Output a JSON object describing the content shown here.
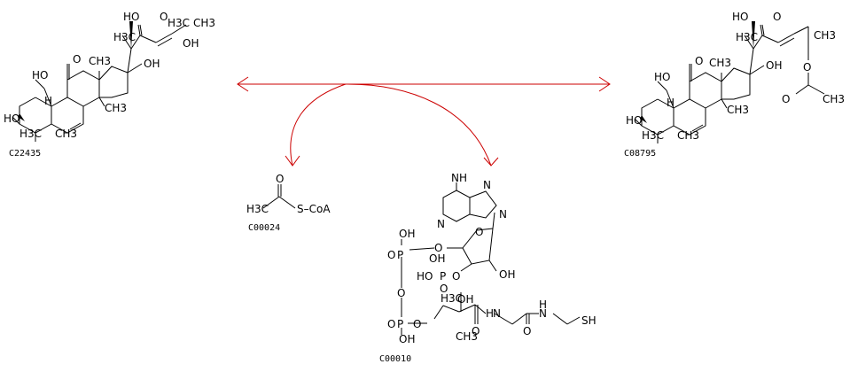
{
  "diagram": {
    "type": "reaction-pathway",
    "arrow_color": "#cc0000",
    "compounds": [
      {
        "id": "C22435",
        "role": "substrate"
      },
      {
        "id": "C08795",
        "role": "product"
      },
      {
        "id": "C00024",
        "role": "cosubstrate",
        "formula_text": "S–CoA"
      },
      {
        "id": "C00010",
        "role": "coproduct"
      }
    ]
  },
  "atoms": {
    "HO": "HO",
    "OH": "OH",
    "O": "O",
    "H": "H",
    "N": "N",
    "S": "S",
    "P": "P",
    "SH": "SH",
    "NH2": "NH",
    "H3C": "H3C",
    "CH3": "CH3"
  }
}
